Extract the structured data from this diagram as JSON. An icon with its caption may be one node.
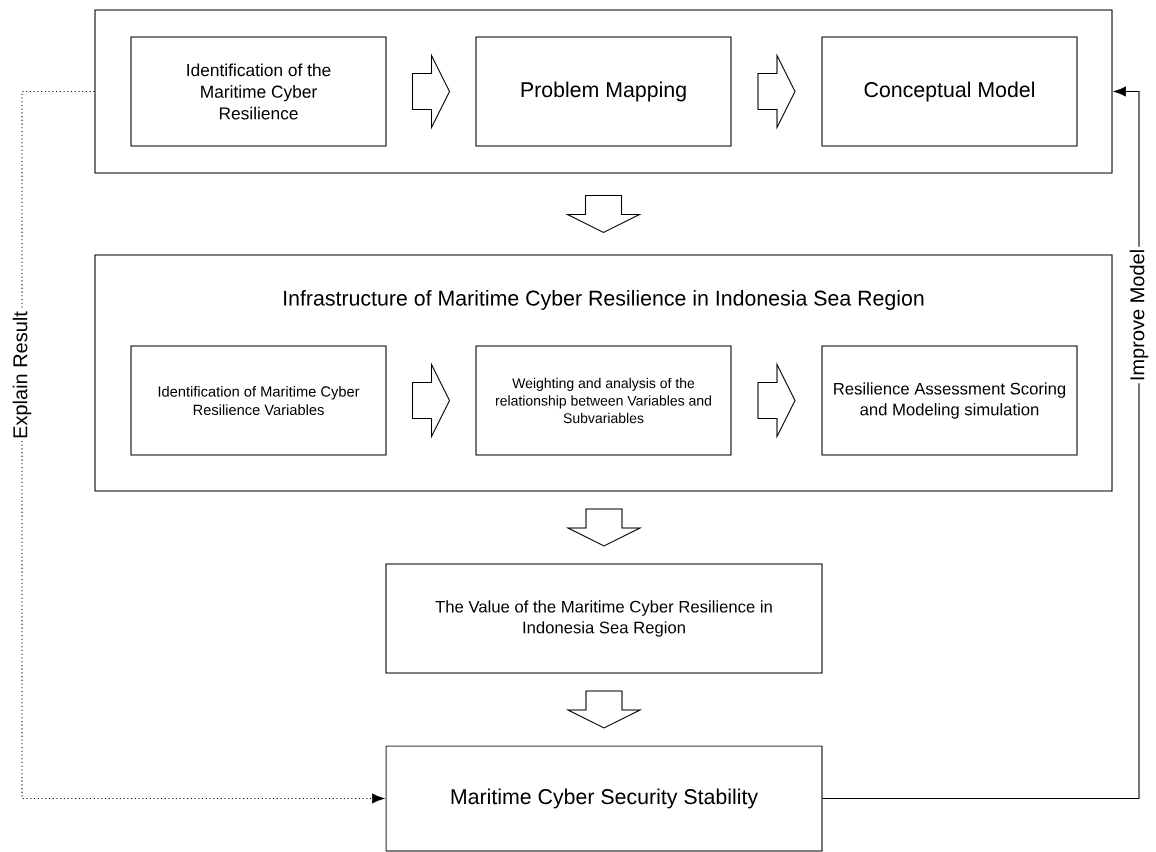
{
  "diagram": {
    "nodes": [
      {
        "text": [],
        "shape": "box"
      },
      {
        "text": [
          "Identification of the Maritime Cyber Resilience"
        ],
        "in": 0
      },
      {
        "text": [
          "Problem Mapping"
        ],
        "in": 0
      },
      {
        "text": [
          "Conceptual Model"
        ],
        "in": 0
      },
      {
        "text": [
          "Infrastructure of Maritime Cyber Resilience in Indonesia Sea Region"
        ]
      },
      {
        "text": [
          "Identification of Maritime Cyber Resilience Variables"
        ],
        "in": 4
      },
      {
        "text": [
          "Weighting and analysis of the relationship between Variables and Subvariables"
        ],
        "in": 4
      },
      {
        "text": [
          "Resilience Assessment Scoring and Modeling simulation"
        ],
        "in": 4
      },
      {
        "text": [
          "The Value of the Maritime Cyber Resilience in Indonesia Sea Region"
        ]
      },
      {
        "text": [
          "Maritime Cyber Security Stability"
        ]
      }
    ],
    "edges": [
      {
        "from": 1,
        "to": 2,
        "arrow": "to"
      },
      {
        "from": 2,
        "to": 3,
        "arrow": "to"
      },
      {
        "from": 0,
        "to": 4,
        "arrow": "to"
      },
      {
        "from": 5,
        "to": 6,
        "arrow": "to"
      },
      {
        "from": 6,
        "to": 7,
        "arrow": "to"
      },
      {
        "from": 4,
        "to": 8,
        "arrow": "to"
      },
      {
        "from": 8,
        "to": 9,
        "arrow": "to"
      },
      {
        "from": 0,
        "to": 9,
        "arrow": "to",
        "label": "Explain Result",
        "style": "dashed"
      },
      {
        "from": 9,
        "to": 0,
        "arrow": "to",
        "label": "Improve Model"
      }
    ]
  }
}
